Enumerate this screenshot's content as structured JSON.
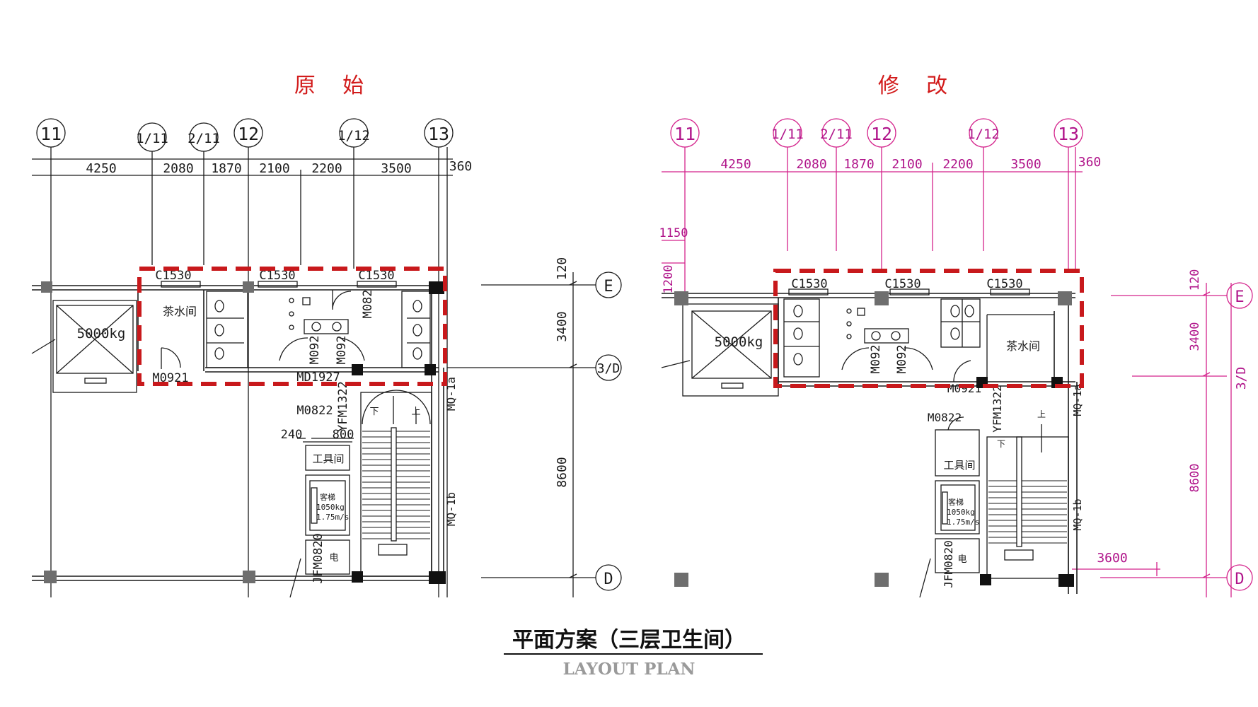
{
  "headings": {
    "original": "原    始",
    "modified": "修    改"
  },
  "footer": {
    "title": "平面方案（三层卫生间）",
    "subtitle": "LAYOUT PLAN"
  },
  "colors": {
    "drawing": "#1a1a1a",
    "magenta_dims": "#d4238c",
    "highlight": "#c8191c",
    "column": "#6e6e6e"
  },
  "left_plan": {
    "axes": [
      "11",
      "1/11",
      "2/11",
      "12",
      "1/12",
      "13"
    ],
    "dims": [
      "4250",
      "2080",
      "1870",
      "2100",
      "2200",
      "3500",
      "360"
    ],
    "right_axes": [
      "E",
      "3/D",
      "D"
    ],
    "vert_dims": [
      "120",
      "3400",
      "8600"
    ],
    "window_labels": [
      "C1530",
      "C1530",
      "C1530"
    ],
    "elevator_big": "5000kg",
    "tea_room": "茶水间",
    "tool_room": "工具间",
    "electric": "电",
    "passenger_lift": [
      "客梯",
      "1050kg",
      "1.75m/s"
    ],
    "stair": {
      "down": "下",
      "up": "上"
    },
    "door_labels": {
      "m0921": "M0921",
      "m0822": "M0822",
      "m082": "M082",
      "m092a": "M092",
      "m092b": "M092",
      "md": "MD1927",
      "yfm": "YFM1322",
      "jfm": "JFM0820",
      "mq1a": "MQ-1a",
      "mq1b": "MQ-1b",
      "d240": "240",
      "d800": "800"
    }
  },
  "right_plan": {
    "axes": [
      "11",
      "1/11",
      "2/11",
      "12",
      "1/12",
      "13"
    ],
    "dims": [
      "4250",
      "2080",
      "1870",
      "2100",
      "2200",
      "3500",
      "360"
    ],
    "extra_dims": [
      "1150",
      "1200",
      "3600"
    ],
    "right_axes": [
      "E",
      "3/D",
      "D"
    ],
    "vert_dims": [
      "120",
      "3400",
      "8600"
    ],
    "window_labels": [
      "C1530",
      "C1530",
      "C1530"
    ],
    "elevator_big": "5000kg",
    "tea_room": "茶水间",
    "tool_room": "工具间",
    "electric": "电",
    "passenger_lift": [
      "客梯",
      "1050kg",
      "1.75m/s"
    ],
    "stair": {
      "down": "下",
      "up": "上"
    },
    "door_labels": {
      "m0921": "M0921",
      "m0822": "M0822",
      "m092a": "M092",
      "m092b": "M092",
      "yfm": "YFM1322",
      "jfm": "JFM0820",
      "mq1a": "MQ-1a",
      "mq1b": "MQ-1b"
    }
  }
}
